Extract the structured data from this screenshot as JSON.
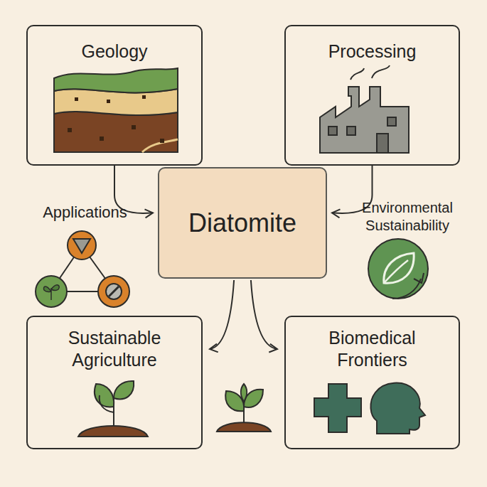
{
  "diagram": {
    "nodes": [
      {
        "text": [
          "Geology"
        ]
      },
      {
        "text": [
          "Processing"
        ]
      },
      {
        "text": [
          "Diatomite"
        ]
      },
      {
        "text": [
          "Sustainable Agriculture"
        ]
      },
      {
        "text": [
          "Biomedical Frontiers"
        ]
      }
    ],
    "edges": [
      {
        "from": 0,
        "to": 2,
        "arrow": "to"
      },
      {
        "from": 1,
        "to": 2,
        "arrow": "to"
      },
      {
        "from": 2,
        "to": 3,
        "arrow": "to"
      },
      {
        "from": 2,
        "to": 4,
        "arrow": "to"
      }
    ],
    "labels": [
      "Applications",
      "Environmental Sustainability"
    ]
  }
}
